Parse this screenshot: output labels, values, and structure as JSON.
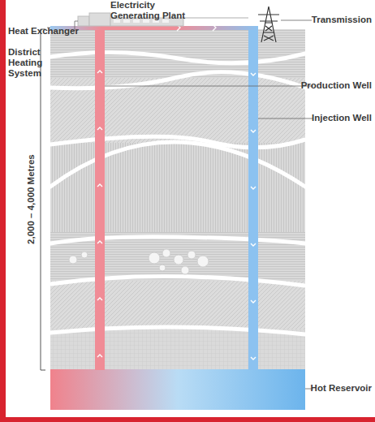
{
  "diagram": {
    "labels": [
      "Electricity Generating Plant",
      "Heat Exchanger",
      "Transmission",
      "District Heating System",
      "Production Well",
      "Injection Well",
      "2,000 – 4,000 Metres",
      "Hot Reservoir"
    ]
  }
}
